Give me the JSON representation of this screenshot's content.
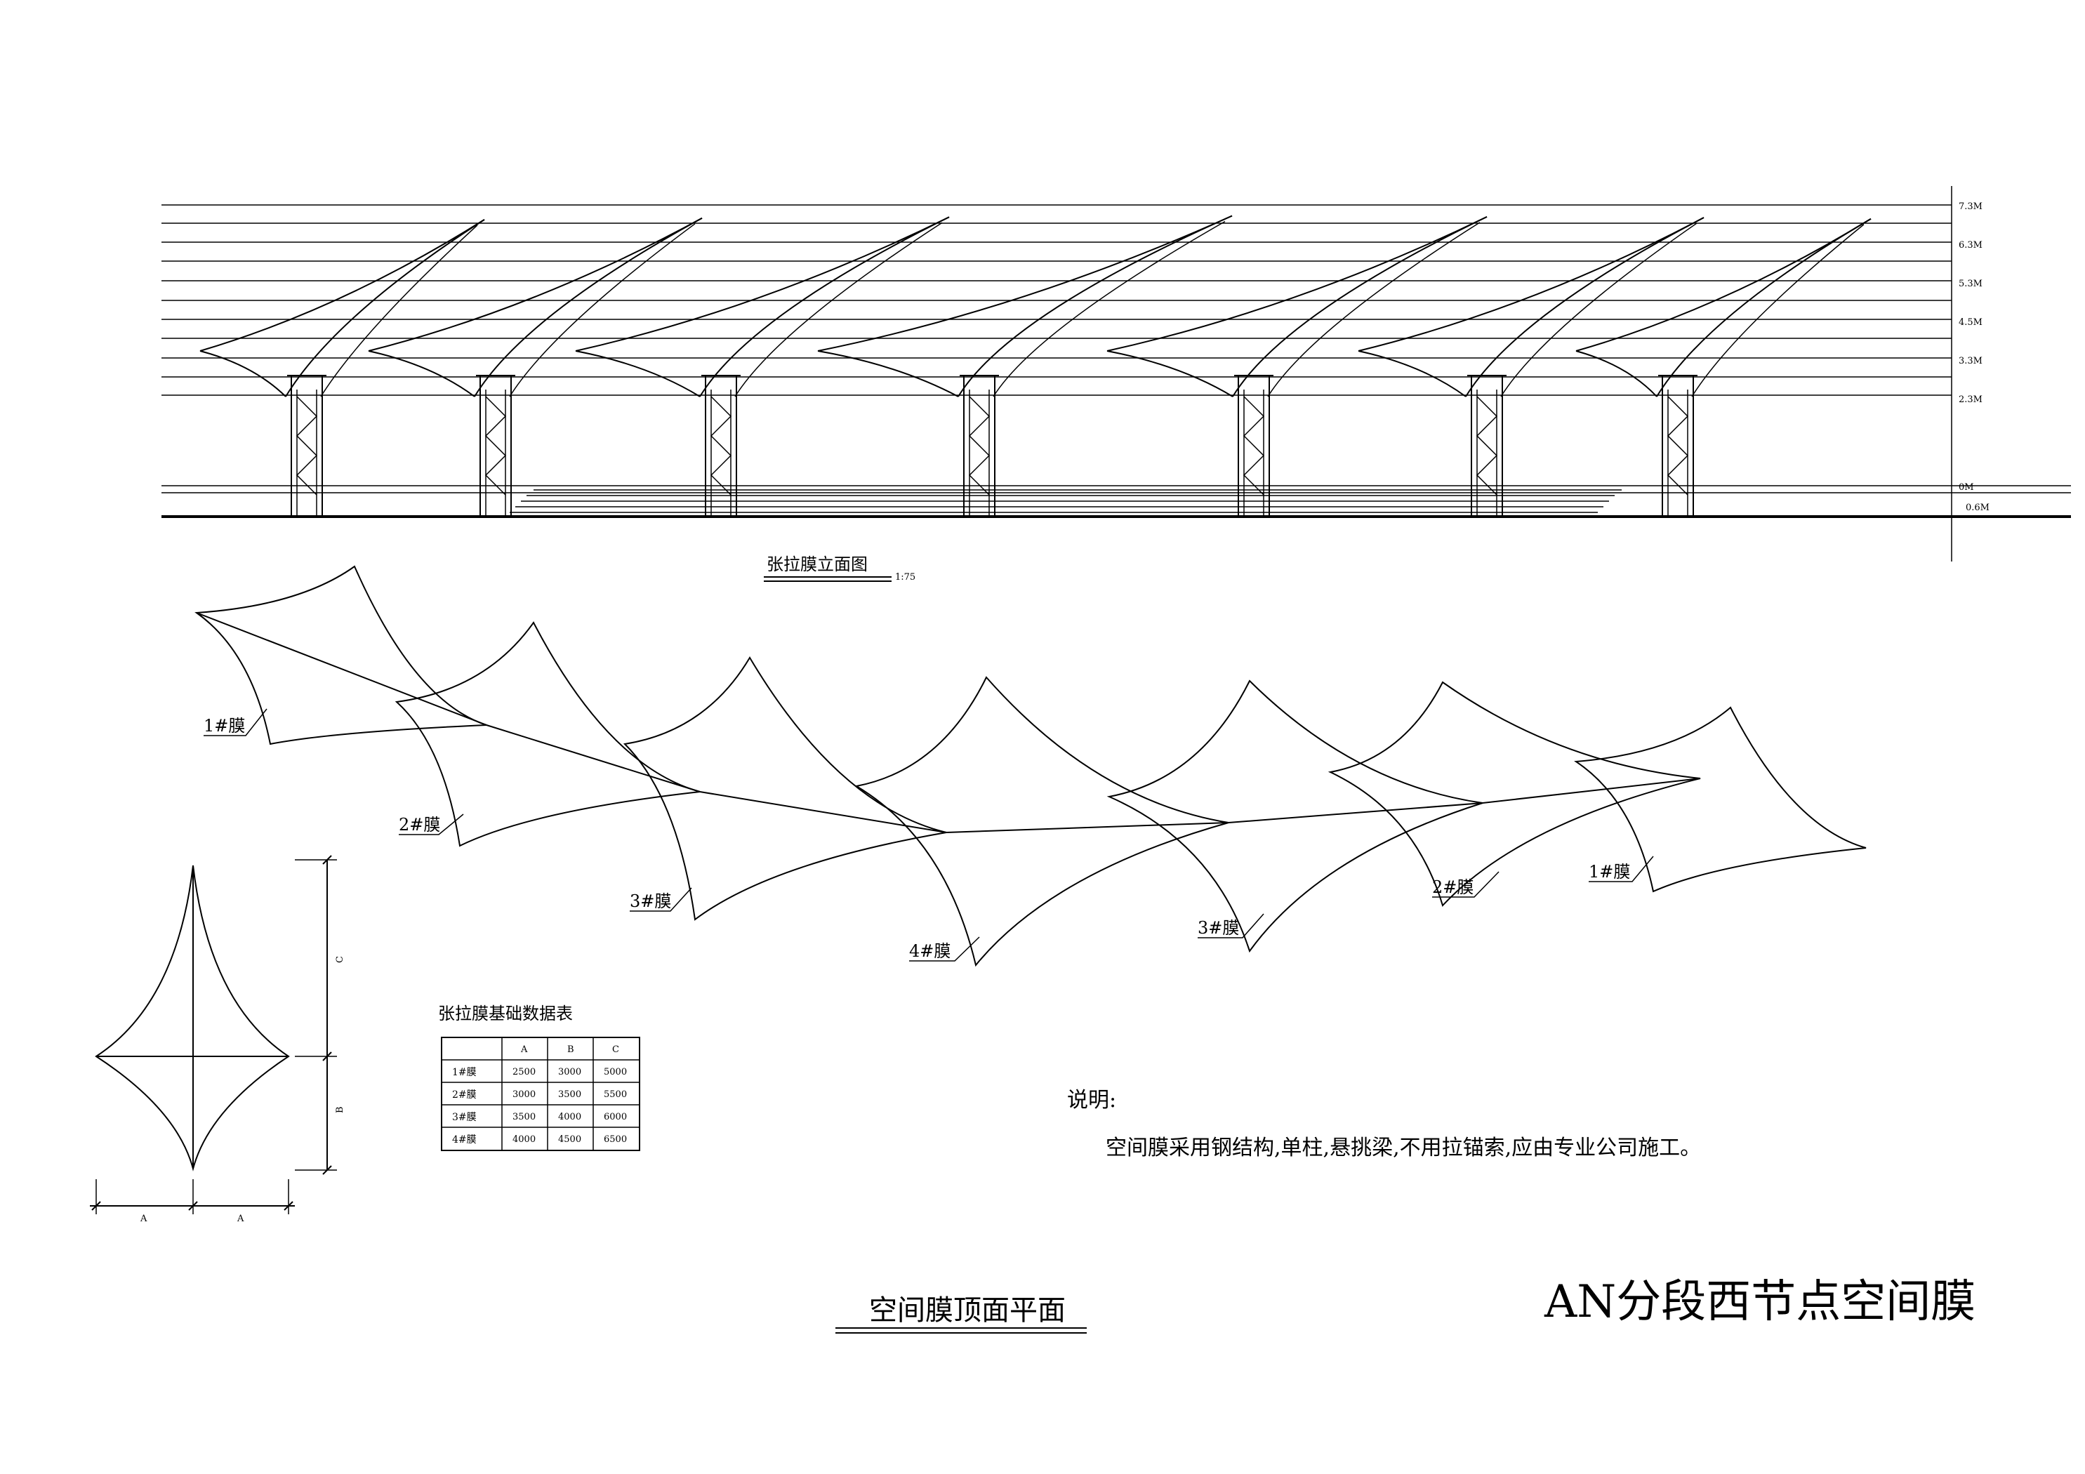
{
  "elevation": {
    "title": "张拉膜立面图",
    "scale": "1:75",
    "levels": [
      "7.3M",
      "6.3M",
      "5.3M",
      "4.5M",
      "3.3M",
      "2.3M",
      "0M",
      "0.6M"
    ]
  },
  "plan": {
    "title": "空间膜顶面平面",
    "membrane_labels": [
      "1#膜",
      "2#膜",
      "3#膜",
      "4#膜",
      "3#膜",
      "2#膜",
      "1#膜"
    ]
  },
  "detail": {
    "dim_A": "A",
    "dim_B": "B",
    "dim_C": "C"
  },
  "table": {
    "title": "张拉膜基础数据表",
    "columns": [
      "",
      "A",
      "B",
      "C"
    ],
    "rows": [
      [
        "1#膜",
        "2500",
        "3000",
        "5000"
      ],
      [
        "2#膜",
        "3000",
        "3500",
        "5500"
      ],
      [
        "3#膜",
        "3500",
        "4000",
        "6000"
      ],
      [
        "4#膜",
        "4000",
        "4500",
        "6500"
      ]
    ]
  },
  "notes": {
    "heading": "说明:",
    "text": "空间膜采用钢结构,单柱,悬挑梁,不用拉锚索,应由专业公司施工。"
  },
  "drawing_title": "AN分段西节点空间膜"
}
